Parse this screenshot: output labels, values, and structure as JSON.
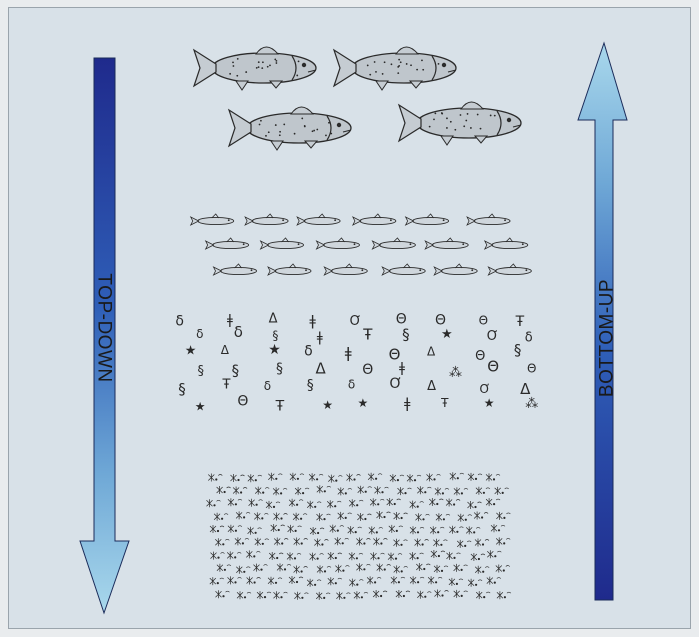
{
  "labels": {
    "top_down": "TOP-DOWN",
    "bottom_up": "BOTTOM-UP"
  },
  "colors": {
    "panel_background": "#d8e1e8",
    "arrow_dark": "#1f2a8c",
    "arrow_light": "#a9d8ec",
    "ink": "#2a2a2a"
  },
  "levels": [
    {
      "name": "large-fish",
      "count": 4
    },
    {
      "name": "small-fish",
      "count": 18
    },
    {
      "name": "zooplankton",
      "count": 54
    },
    {
      "name": "phytoplankton",
      "count": 150
    }
  ]
}
